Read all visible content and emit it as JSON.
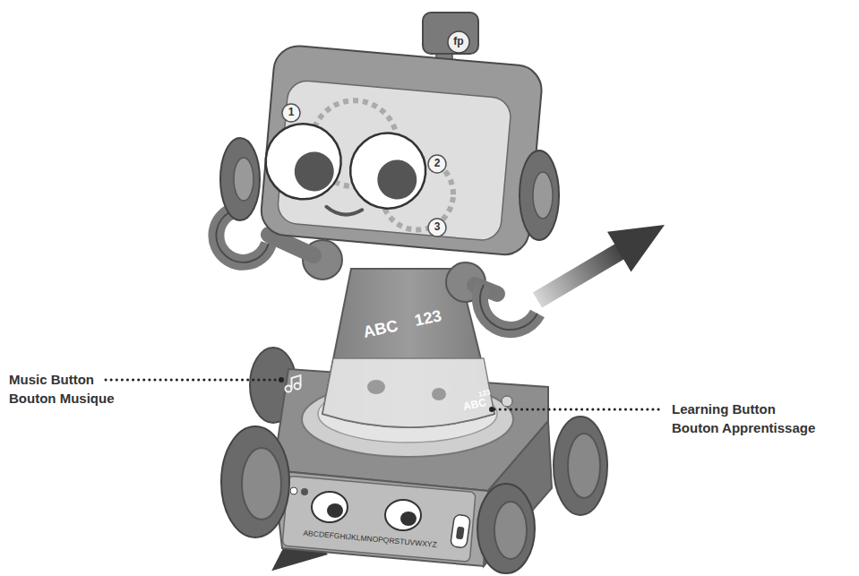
{
  "diagram": {
    "labels": [
      "fp",
      "1",
      "2",
      "3",
      "ABC",
      "123",
      "123",
      "ABC",
      "ABCDEFGHIJKLMNOPQRSTUVWXYZ",
      "Music Button",
      "Bouton Musique",
      "Learning Button",
      "Bouton Apprentissage"
    ]
  }
}
